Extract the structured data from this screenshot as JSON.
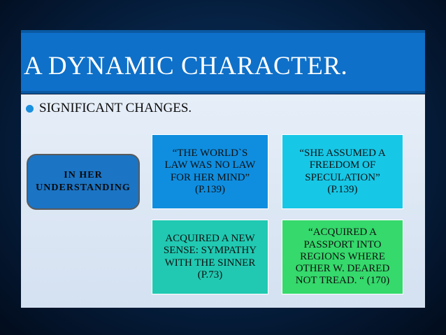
{
  "slide": {
    "title": "A DYNAMIC CHARACTER.",
    "bullet": "SIGNIFICANT CHANGES."
  },
  "diagram": {
    "center": "IN HER\nUNDERSTANDING",
    "boxes": [
      "“THE WORLD`S\nLAW WAS NO LAW\nFOR HER MIND”\n(P.139)",
      "“SHE ASSUMED A\nFREEDOM OF\nSPECULATION”\n(P.139)",
      "ACQUIRED A NEW\nSENSE: SYMPATHY\nWITH THE SINNER\n(P.73)",
      "“ACQUIRED A\nPASSPORT INTO\nREGIONS WHERE\nOTHER W. DEARED\nNOT TREAD. “ (170)"
    ]
  },
  "colors": {
    "title_bar": "#0e70c9",
    "box_1": "#0f8ee0",
    "box_2": "#17c7e6",
    "box_3": "#21c9b2",
    "box_4": "#35d96c",
    "center_node": "#1b74c4"
  }
}
